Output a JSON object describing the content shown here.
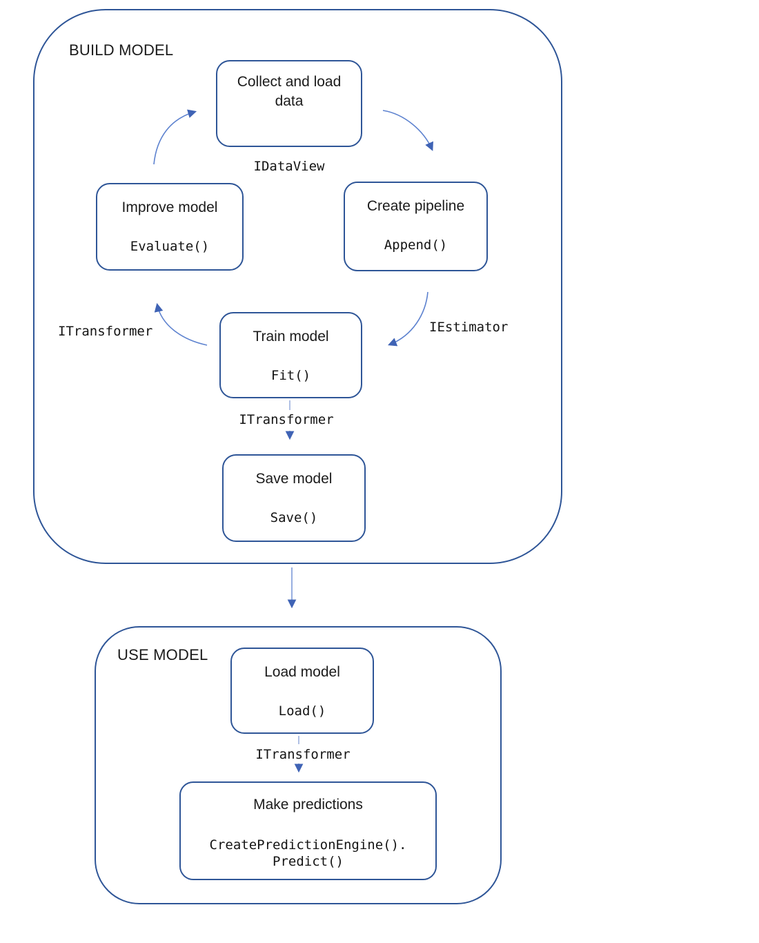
{
  "colors": {
    "box_border": "#2e5597",
    "arrow_line": "#5d82cf",
    "arrow_line_light": "#8fa6da",
    "arrow_head": "#3f63b5",
    "text": "#1b1b1b"
  },
  "build_model": {
    "section_label": "BUILD MODEL",
    "nodes": {
      "collect": {
        "title": "Collect and load data"
      },
      "improve": {
        "title": "Improve model",
        "code": "Evaluate()"
      },
      "create_pipeline": {
        "title": "Create pipeline",
        "code": "Append()"
      },
      "train": {
        "title": "Train model",
        "code": "Fit()"
      },
      "save": {
        "title": "Save model",
        "code": "Save()"
      }
    },
    "edge_labels": {
      "idataview": "IDataView",
      "iestimator": "IEstimator",
      "itransformer_feedback": "ITransformer",
      "itransformer_to_save": "ITransformer"
    }
  },
  "use_model": {
    "section_label": "USE MODEL",
    "nodes": {
      "load": {
        "title": "Load model",
        "code": "Load()"
      },
      "predict": {
        "title": "Make predictions",
        "code": "CreatePredictionEngine().\nPredict()"
      }
    },
    "edge_labels": {
      "itransformer_to_predict": "ITransformer"
    }
  }
}
